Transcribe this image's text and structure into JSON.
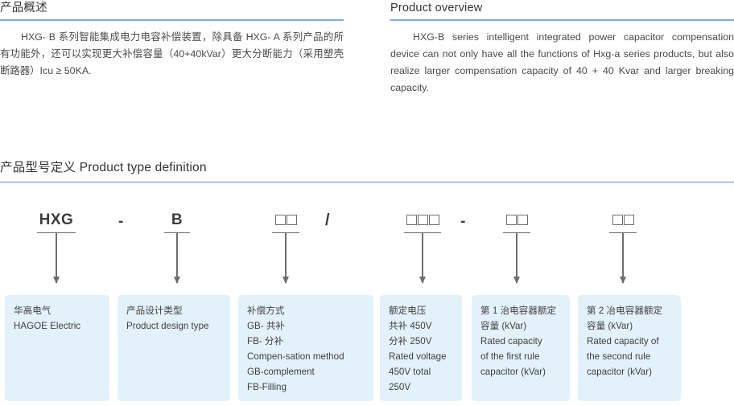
{
  "overview": {
    "left": {
      "title": "产品概述",
      "body": "HXG- B 系列智能集成电力电容补偿装置，除具备 HXG- A 系列产品的所有功能外，还可以实现更大补偿容量（40+40kVar）更大分断能力（采用塑壳断路器）Icu ≥ 50KA."
    },
    "right": {
      "title": "Product overview",
      "body": "HXG-B series intelligent integrated power capacitor compensation device can not only have all the functions of Hxg-a series products, but also realize larger compensation capacity of 40 + 40 Kvar and larger breaking capacity."
    }
  },
  "typedef": {
    "title": "产品型号定义 Product type definition"
  },
  "code_row": {
    "items": [
      {
        "text": "HXG",
        "kind": "text"
      },
      {
        "text": "B",
        "kind": "text"
      },
      {
        "squares": 2,
        "kind": "squares"
      },
      {
        "squares": 3,
        "kind": "squares"
      },
      {
        "squares": 2,
        "kind": "squares"
      },
      {
        "squares": 2,
        "kind": "squares"
      }
    ],
    "separator_1": "-",
    "separator_2": "-",
    "slash": "/"
  },
  "boxes": [
    {
      "lines": [
        "华高电气",
        "HAGOE Electric"
      ]
    },
    {
      "lines": [
        "产品设计类型",
        "Product design type"
      ]
    },
    {
      "lines": [
        "补偿方式",
        "GB- 共补",
        "FB- 分补",
        "Compen-sation method",
        "GB-complement",
        "FB-Filling"
      ]
    },
    {
      "lines": [
        "额定电压",
        "共补 450V",
        "分补 250V",
        "Rated voltage",
        "450V total",
        "250V"
      ]
    },
    {
      "lines": [
        "第 1 治电容器额定",
        "容量 (kVar)",
        "Rated capacity",
        "of the first rule",
        "capacitor (kVar)"
      ]
    },
    {
      "lines": [
        "第 2 冶电容器额定",
        "容量 (kVar)",
        "Rated capacity of",
        "the second rule",
        "capacitor (kVar)"
      ]
    }
  ],
  "colors": {
    "rule_top": "#7ea9d6",
    "rule_typedef": "#4a9ae0",
    "box_bg": "#e3f1fb",
    "stem": "#6d6d6d"
  }
}
